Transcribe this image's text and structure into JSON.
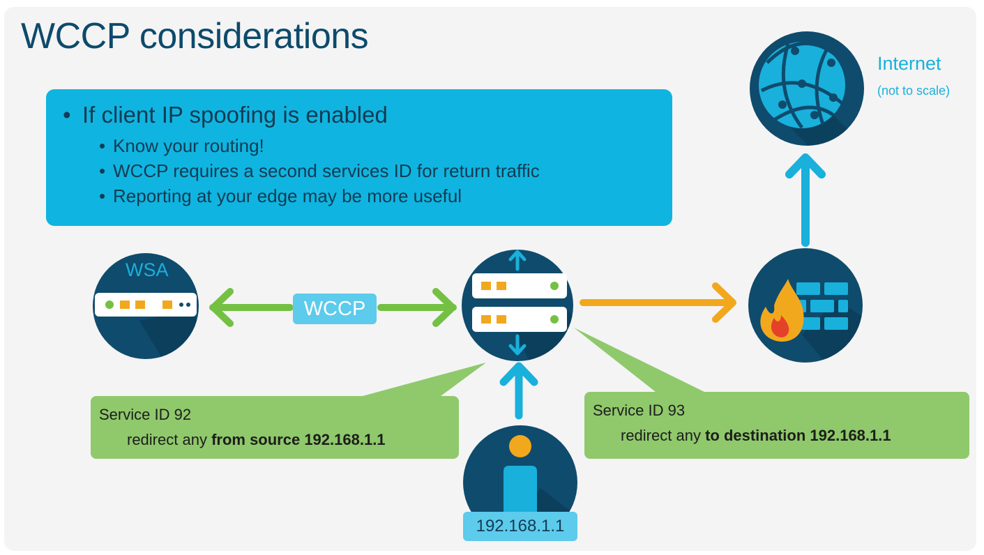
{
  "title": "WCCP considerations",
  "bullets": {
    "main": "If client IP spoofing is enabled",
    "sub": [
      "Know your routing!",
      "WCCP requires a second services ID for return traffic",
      "Reporting at your edge may be more useful"
    ]
  },
  "internet": {
    "label": "Internet",
    "note": "(not to scale)"
  },
  "wsa": {
    "label": "WSA"
  },
  "wccp": {
    "label": "WCCP"
  },
  "client": {
    "ip": "192.168.1.1"
  },
  "service92": {
    "line1": "Service ID 92",
    "prefix": "redirect any ",
    "bold": "from source 192.168.1.1"
  },
  "service93": {
    "line1": "Service ID 93",
    "prefix": "redirect any ",
    "bold": "to destination 192.168.1.1"
  },
  "colors": {
    "navy": "#0d4a6b",
    "cyan": "#0fb5e0",
    "green": "#74c043",
    "orange": "#f2a81d",
    "callout": "#8fc96b"
  }
}
